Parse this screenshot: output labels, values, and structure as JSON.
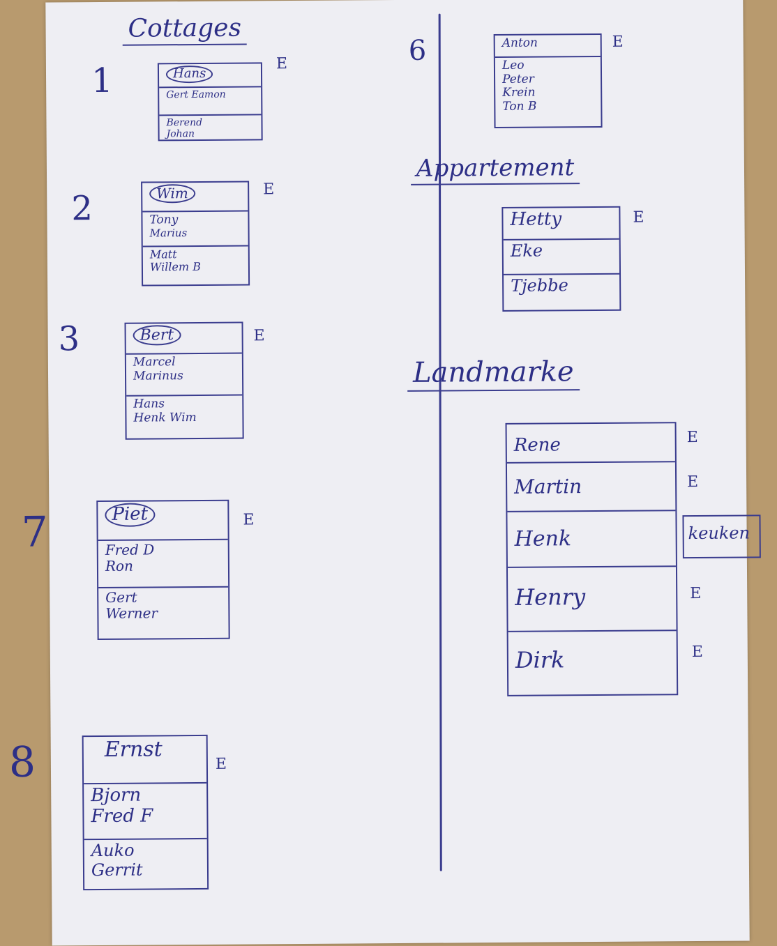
{
  "headings": {
    "cottages": "Cottages",
    "appartement": "Appartement",
    "landmarke": "Landmarke"
  },
  "marks": {
    "e": "E",
    "keuken": "keuken"
  },
  "cottages": [
    {
      "number": "1",
      "leader": "Hans",
      "members": [
        "Gert Eamon",
        "Berend",
        "Johan"
      ]
    },
    {
      "number": "2",
      "leader": "Wim",
      "members": [
        "Tony",
        "Marius",
        "Matt",
        "Willem B"
      ]
    },
    {
      "number": "3",
      "leader": "Bert",
      "members": [
        "Marcel",
        "Marinus",
        "Hans",
        "Henk Wim"
      ]
    },
    {
      "number": "7",
      "leader": "Piet",
      "members": [
        "Fred D",
        "Ron",
        "Gert",
        "Werner"
      ]
    },
    {
      "number": "8",
      "leader": "Ernst",
      "members": [
        "Bjorn",
        "Fred F",
        "Auko",
        "Gerrit"
      ]
    }
  ],
  "cottage_6": {
    "number": "6",
    "leader": "Anton",
    "members": [
      "Leo",
      "Peter",
      "Krein",
      "Ton B"
    ]
  },
  "appartement": {
    "names": [
      "Hetty",
      "Eke",
      "Tjebbe"
    ]
  },
  "landmarke": {
    "names": [
      "Rene",
      "Martin",
      "Henk",
      "Henry",
      "Dirk"
    ]
  }
}
